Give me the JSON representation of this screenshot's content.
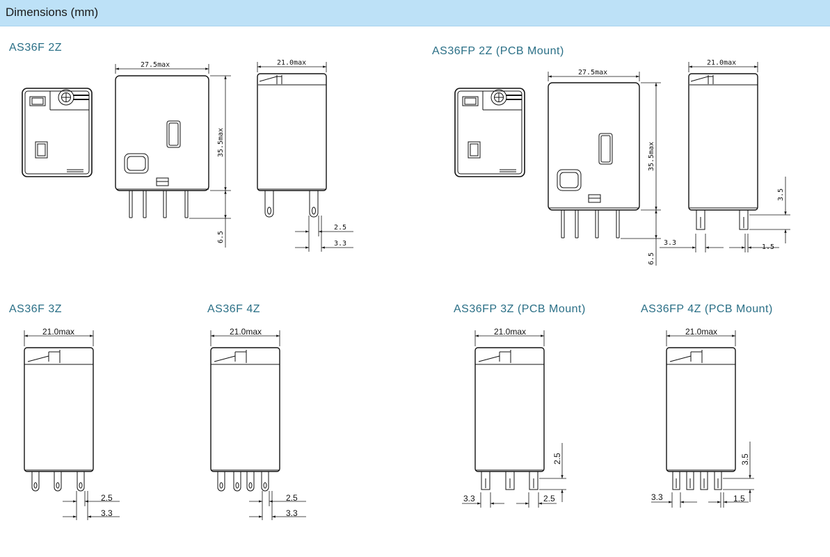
{
  "header": {
    "title": "Dimensions (mm)"
  },
  "colors": {
    "header_bg": "#bde1f7",
    "title_text": "#2a6f86",
    "line": "#111111"
  },
  "models": {
    "as36f_2z": {
      "title": "AS36F  2Z",
      "front_width": "27.5max",
      "side_width": "21.0max",
      "height": "35.5max",
      "pin_length": "6.5",
      "pin_width": "2.5",
      "pin_offset": "3.3"
    },
    "as36fp_2z": {
      "title": "AS36FP  2Z  (PCB Mount)",
      "front_width": "27.5max",
      "side_width": "21.0max",
      "height": "35.5max",
      "pin_length": "6.5",
      "pin_tip": "3.5",
      "pin_offset": "3.3",
      "pin_width": "1.5"
    },
    "as36f_3z": {
      "title": "AS36F  3Z",
      "width": "21.0max",
      "pin_width": "2.5",
      "pin_offset": "3.3"
    },
    "as36f_4z": {
      "title": "AS36F  4Z",
      "width": "21.0max",
      "pin_width": "2.5",
      "pin_offset": "3.3"
    },
    "as36fp_3z": {
      "title": "AS36FP  3Z   (PCB Mount)",
      "width": "21.0max",
      "pin_tip": "2.5",
      "pin_offset": "3.3",
      "pin_width": "2.5"
    },
    "as36fp_4z": {
      "title": "AS36FP  4Z   (PCB Mount)",
      "width": "21.0max",
      "pin_tip": "3.5",
      "pin_offset": "3.3",
      "pin_width": "1.5"
    }
  }
}
